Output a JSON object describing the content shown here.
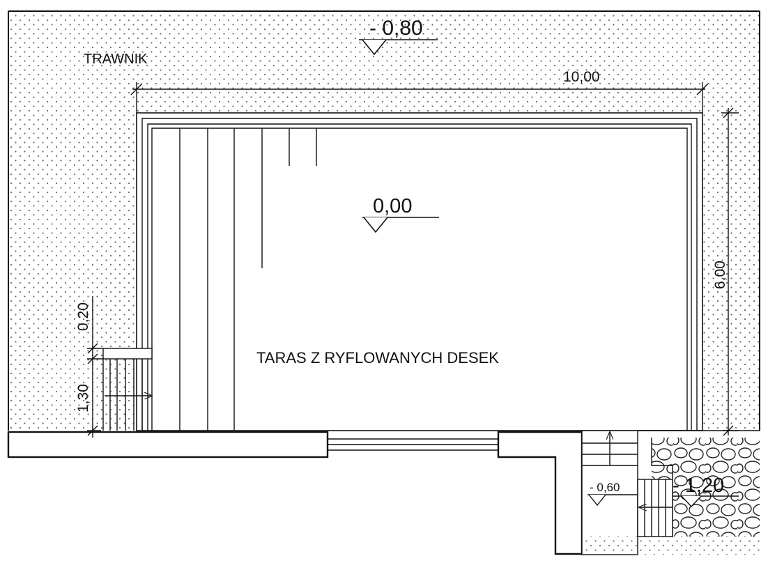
{
  "labels": {
    "lawn": "TRAWNIK",
    "terrace": "TARAS Z RYFLOWANYCH DESEK"
  },
  "levels": {
    "lawn_level": "- 0,80",
    "terrace_level": "0,00",
    "stair_level": "- 0,60",
    "lower_level": "- 1,20"
  },
  "dimensions": {
    "width": "10,00",
    "depth": "6,00",
    "step_a": "0,20",
    "step_b": "1,30"
  }
}
